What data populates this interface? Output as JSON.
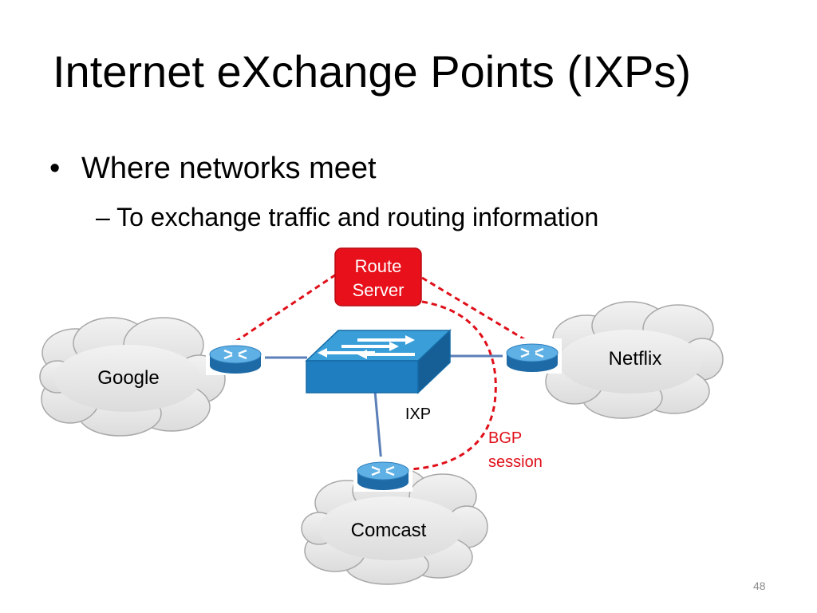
{
  "slide": {
    "title": "Internet eXchange Points (IXPs)",
    "bullets": [
      {
        "text": "Where networks meet",
        "sub": "– To exchange traffic and routing information"
      }
    ],
    "page_number": "48"
  },
  "diagram": {
    "route_server": {
      "line1": "Route",
      "line2": "Server"
    },
    "switch_label": "IXP",
    "networks": {
      "google": "Google",
      "netflix": "Netflix",
      "comcast": "Comcast"
    },
    "bgp_label": {
      "line1": "BGP",
      "line2": "session"
    }
  },
  "colors": {
    "route_server_fill": "#e8101a",
    "bgp_line": "#e0101a",
    "bgp_text": "#e0101a",
    "link_line": "#5b7fb8",
    "switch_top": "#3a9fd8",
    "switch_side": "#1a6aa8",
    "router_top": "#5fb0e4",
    "router_side": "#1e6aa6",
    "cloud_fill": "#e8e8e8",
    "cloud_stroke": "#a8a8a8"
  }
}
